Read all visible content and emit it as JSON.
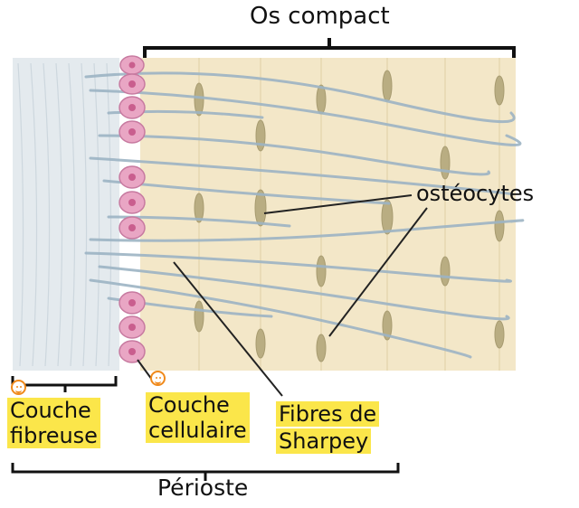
{
  "labels": {
    "os_compact": "Os compact",
    "osteocytes": "ostéocytes",
    "couche_fibreuse": "Couche\nfibreuse",
    "couche_cellulaire": "Couche\ncellulaire",
    "fibres_sharpey_line1": "Fibres de",
    "fibres_sharpey_line2": "Sharpey",
    "perioste": "Périoste"
  },
  "colors": {
    "bone": "#f3e7c8",
    "fibrous_layer": "#e4eaee",
    "fibers": "#9db4c4",
    "cells": "#e9a6c4",
    "osteocytes": "#b9ad82",
    "highlight": "#fbe64a",
    "comment_icon": "#f08a1c"
  }
}
